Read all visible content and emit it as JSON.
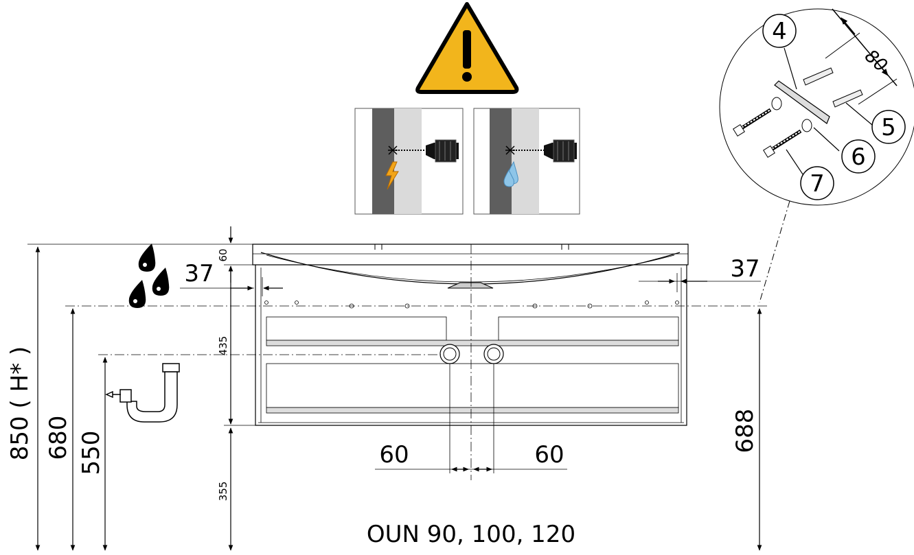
{
  "title": "OUN 90, 100, 120",
  "colors": {
    "warning_fill": "#F2B51C",
    "wall_dark": "#5E5E5E",
    "wall_light": "#DADADA",
    "electric": "#F2A51A",
    "water": "#8EC5E8"
  },
  "icons": [
    "warning-icon",
    "electric-cable-icon",
    "water-pipe-icon",
    "water-drops-icon",
    "siphon-icon"
  ],
  "dimensions": {
    "total_height": "850 ( H* )",
    "mount_height": "680",
    "drain_height": "550",
    "right_height": "688",
    "top_thickness": "60",
    "cabinet_height": "435",
    "leg_height": "355",
    "left_offset": "37",
    "right_offset": "37",
    "pipe_left": "60",
    "pipe_right": "60",
    "detail_length": "80"
  },
  "detail_badges": [
    "4",
    "5",
    "6",
    "7"
  ]
}
